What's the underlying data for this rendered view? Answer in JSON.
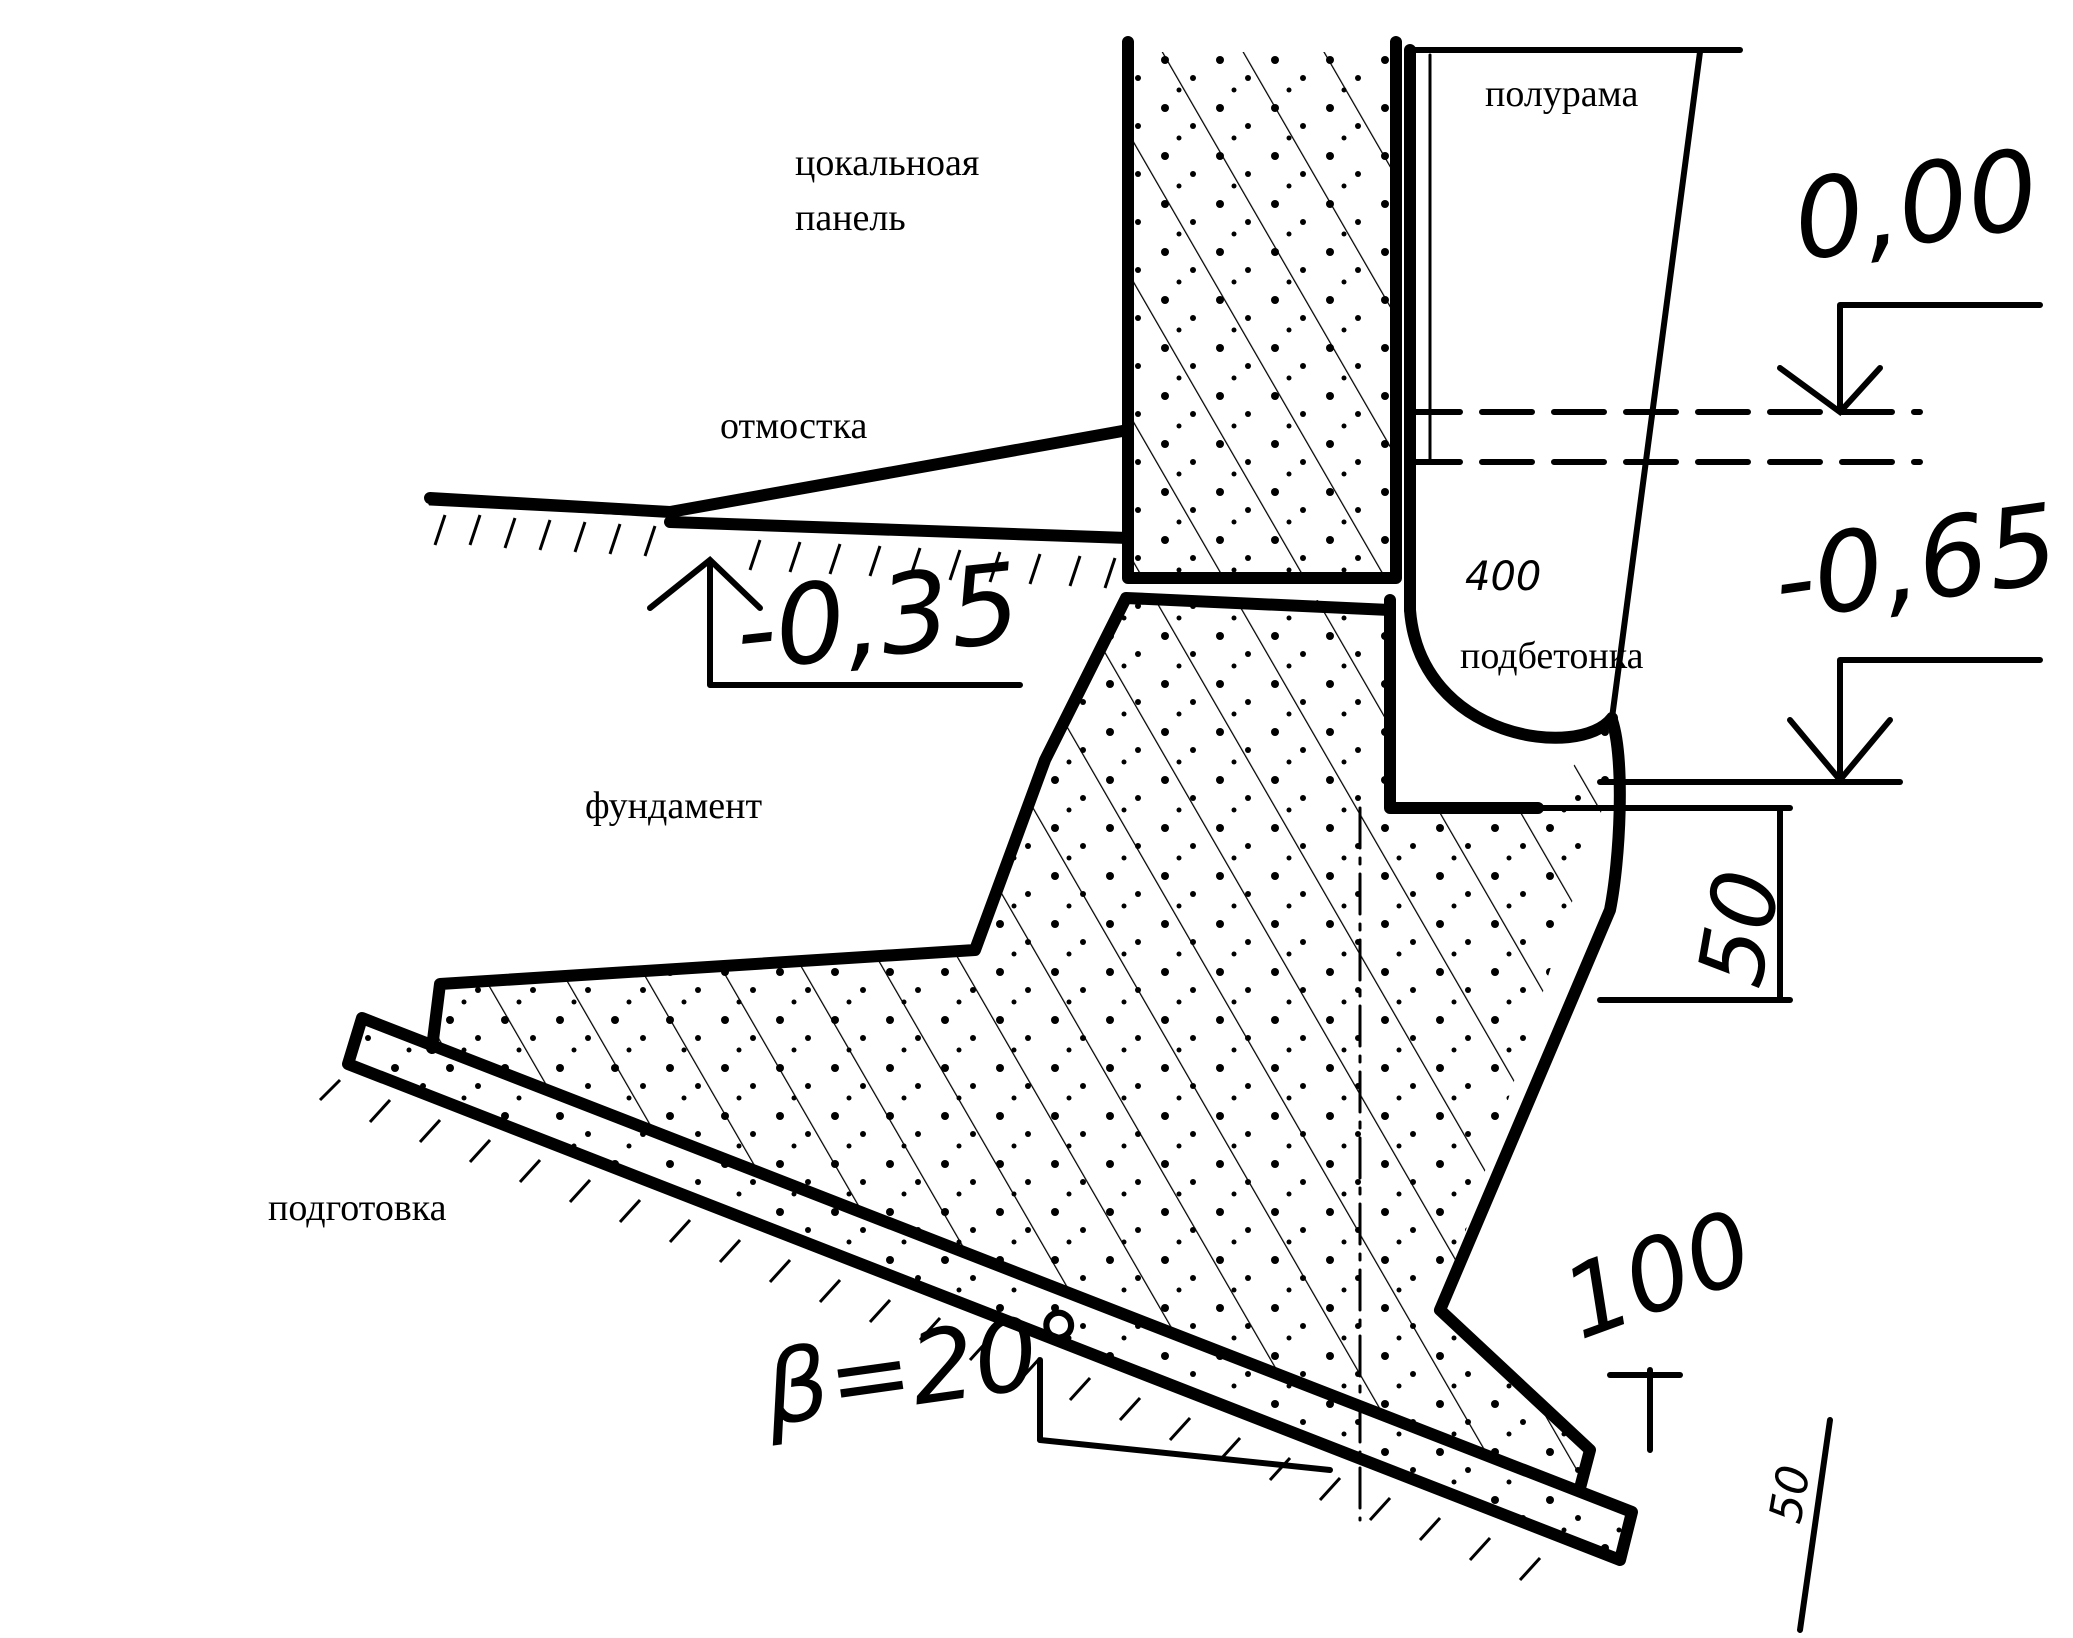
{
  "labels": {
    "plinth_panel_line1": "цокальноая",
    "plinth_panel_line2": "панель",
    "half_frame": "полурама",
    "blind_area": "отмостка",
    "foundation": "фундамент",
    "underconcrete": "подбетонка",
    "preparation": "подготовка"
  },
  "dimensions": {
    "level_zero": "0,00",
    "level_minus_065": "-0,65",
    "level_minus_035": "-0,35",
    "width_400": "400",
    "dim_50_vertical": "50",
    "dim_100": "100",
    "dim_50_bottom": "50",
    "angle": "β=20°"
  },
  "colors": {
    "ink": "#000000",
    "paper": "#ffffff"
  }
}
